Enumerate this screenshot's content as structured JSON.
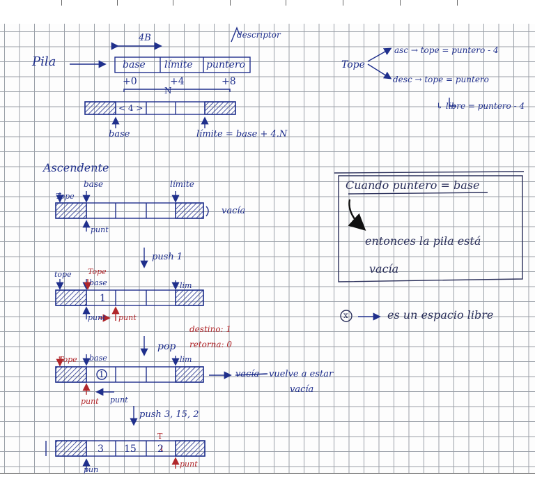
{
  "header_section": {
    "size_label": "4B",
    "descriptor_label": "descriptor",
    "pila_label": "Pila",
    "cells": [
      "base",
      "límite",
      "puntero"
    ],
    "offsets": [
      "+0",
      "+4",
      "+8"
    ],
    "n_label": "N",
    "first_cell": "< 4 >",
    "base_pointer": "base",
    "limite_formula": "límite = base + 4.N"
  },
  "tope_section": {
    "title": "Tope",
    "asc_line": "asc → tope = puntero - 4",
    "desc_line": "desc → tope = puntero",
    "libre_line": "↳ libre = puntero - 4"
  },
  "ascendente": {
    "title": "Ascendente",
    "labels": {
      "base": "base",
      "limite": "límite",
      "tope": "Tope",
      "punt": "punt",
      "vacia": "vacía"
    }
  },
  "push1": {
    "op_label": "push 1",
    "labels": {
      "tope": "tope",
      "tope_red": "Tope",
      "base": "base",
      "lim": "lim",
      "punt": "punt",
      "punt_red": "punt"
    },
    "cell_value": "1"
  },
  "pop": {
    "op_label": "pop",
    "destino": "destino: 1",
    "retorna": "retorna: 0",
    "labels": {
      "tope_red": "Tope",
      "base": "base",
      "lim": "lim",
      "punt_red": "punt",
      "punt": "punt"
    },
    "cell_value": "1",
    "result_struck": "vacía",
    "result_line1": "vuelve a estar",
    "result_line2": "vacía"
  },
  "push3": {
    "op_label": "push 3, 15, 2",
    "values": [
      "3",
      "15",
      "2"
    ],
    "tope_mark": "T",
    "punt_red": "punt",
    "punt": "pun"
  },
  "note_box": {
    "line1": "Cuando puntero = base",
    "line2": "entonces la pila está",
    "line3": "vacía"
  },
  "legend": {
    "symbol": "x",
    "text": "es un espacio libre"
  },
  "colors": {
    "ink_blue": "#1f2f8c",
    "ink_red": "#b0262a",
    "grid": "#9aa0a8"
  }
}
